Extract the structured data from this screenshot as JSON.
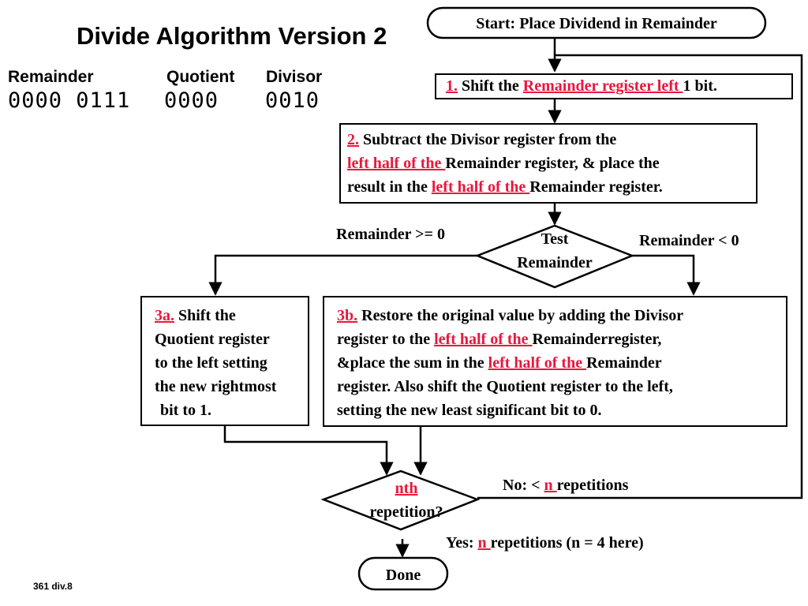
{
  "title": "Divide Algorithm Version 2",
  "registers": {
    "remainder_label": "Remainder",
    "quotient_label": "Quotient",
    "divisor_label": "Divisor",
    "remainder_bits": "0000 0111",
    "quotient_bits": "0000",
    "divisor_bits": "0010"
  },
  "start": "Start: Place Dividend in Remainder",
  "step1": {
    "num": "1.",
    "pre": "Shift the ",
    "em": "Remainder register left ",
    "post": "1 bit."
  },
  "step2": {
    "num": "2.",
    "line1": "Subtract the Divisor register from the",
    "em1": "left half of the ",
    "line2": "Remainder register, & place the",
    "pre3": "result in the ",
    "em2": "left half of the ",
    "post3": "Remainder register."
  },
  "test": {
    "line1": "Test",
    "line2": "Remainder",
    "ge_label": "Remainder >= 0",
    "lt_label": "Remainder < 0"
  },
  "step3a": {
    "num": "3a.",
    "line1": "Shift the",
    "line2": "Quotient register",
    "line3": "to the left setting",
    "line4": "the new rightmost",
    "line5": "bit to 1."
  },
  "step3b": {
    "num": "3b.",
    "line1": "Restore the original value by adding the Divisor",
    "pre2": "register to the ",
    "em1": "left half of the ",
    "post2": "Remainderregister,",
    "pre3": "&place the sum in the ",
    "em2": "left half of the ",
    "post3": "Remainder",
    "line4": "register. Also shift the Quotient register to the left,",
    "line5": "setting the new least significant bit to 0."
  },
  "nth": {
    "em": "nth",
    "line2": "repetition?"
  },
  "no_label": {
    "pre": "No: < ",
    "em": "n ",
    "post": "repetitions"
  },
  "yes_label": {
    "pre": "Yes: ",
    "em": "n ",
    "post": "repetitions (n = 4 here)"
  },
  "done": "Done",
  "footer": "361 div.8",
  "colors": {
    "accent": "#e8173c",
    "line": "#000000"
  }
}
